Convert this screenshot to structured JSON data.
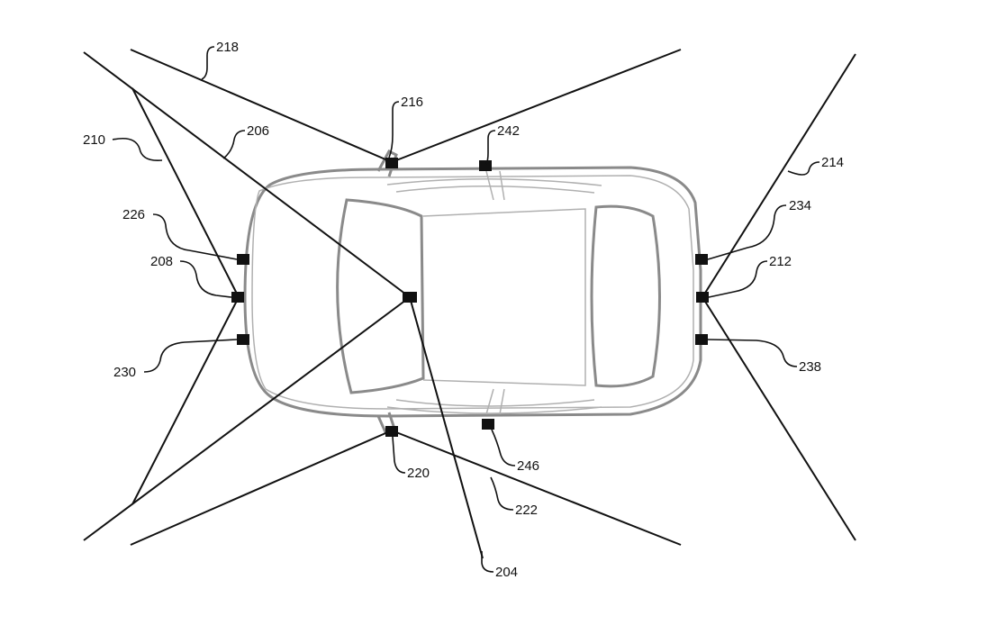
{
  "figure": {
    "labels": {
      "l204": "204",
      "l206": "206",
      "l208": "208",
      "l210": "210",
      "l212": "212",
      "l214": "214",
      "l216": "216",
      "l218": "218",
      "l220": "220",
      "l222": "222",
      "l226": "226",
      "l230": "230",
      "l234": "234",
      "l238": "238",
      "l242": "242",
      "l246": "246"
    },
    "colors": {
      "line": "#111111",
      "car_outline": "#8a8a8a",
      "background": "#ffffff"
    }
  }
}
